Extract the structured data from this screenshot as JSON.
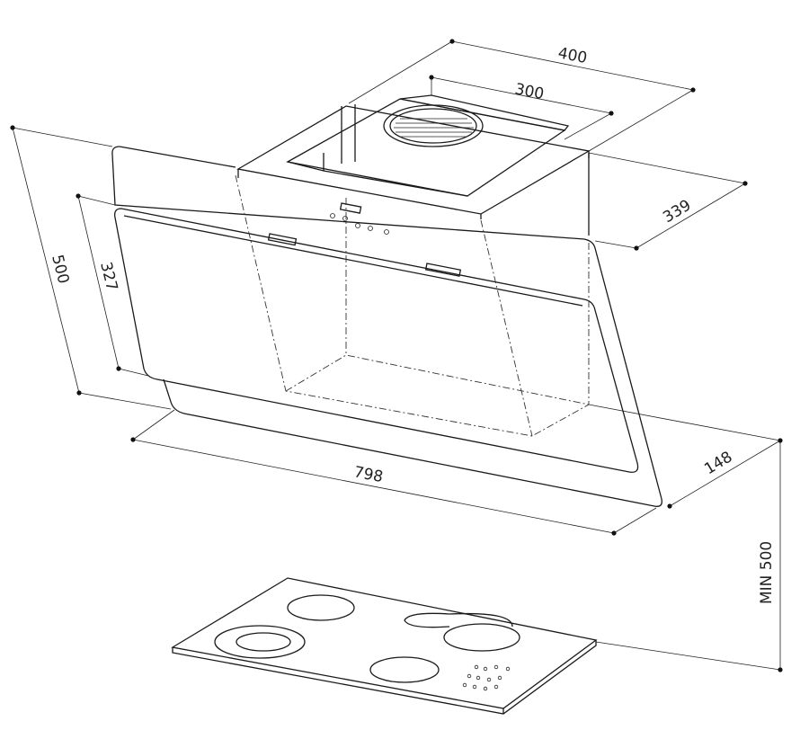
{
  "dimensions": {
    "depth_total": "400",
    "motor_width": "300",
    "chimney_width": "339",
    "height_total": "500",
    "glass_height": "327",
    "width": "798",
    "bottom_depth": "148",
    "min_clearance": "MIN 500"
  }
}
